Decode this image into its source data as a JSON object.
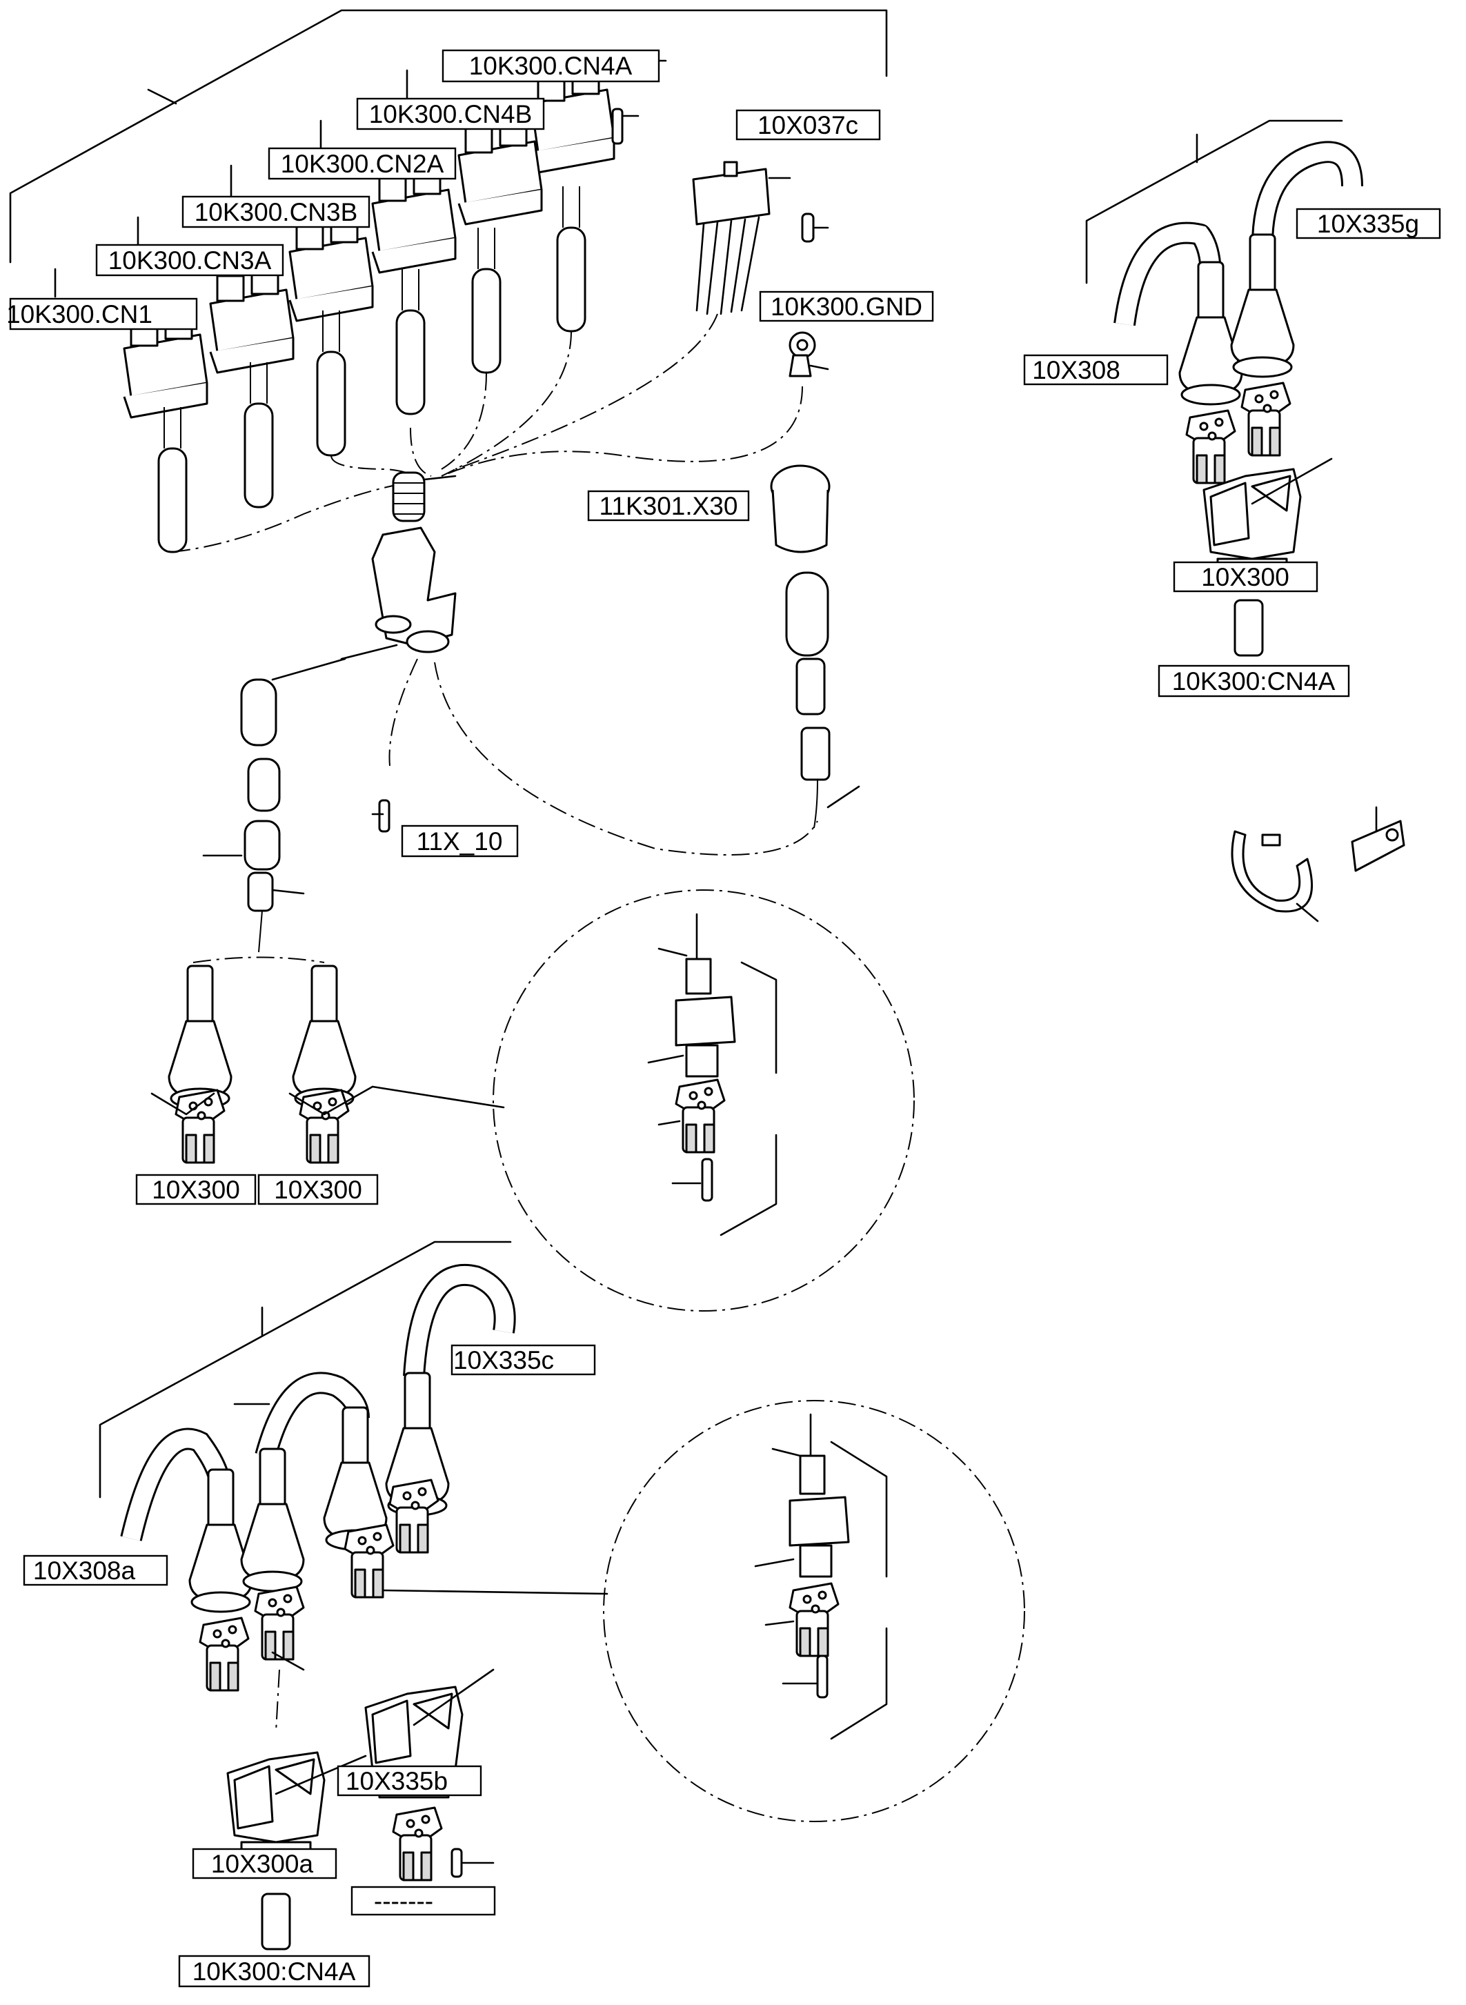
{
  "labels": {
    "cn4a": "10K300.CN4A",
    "cn4b": "10K300.CN4B",
    "cn2a": "10K300.CN2A",
    "cn3b": "10K300.CN3B",
    "cn3a": "10K300.CN3A",
    "cn1": "10K300.CN1",
    "x037c": "10X037c",
    "gnd": "10K300.GND",
    "x30": "11K301.X30",
    "x10": "11X_10",
    "x300_left_1": "10X300",
    "x300_left_2": "10X300",
    "x308": "10X308",
    "x335g": "10X335g",
    "x300_right": "10X300",
    "cn4a_colon_right": "10K300:CN4A",
    "x335c": "10X335c",
    "x308a": "10X308a",
    "x335b": "10X335b",
    "x300a": "10X300a",
    "dashes": "-------",
    "cn4a_colon_bottom": "10K300:CN4A"
  }
}
